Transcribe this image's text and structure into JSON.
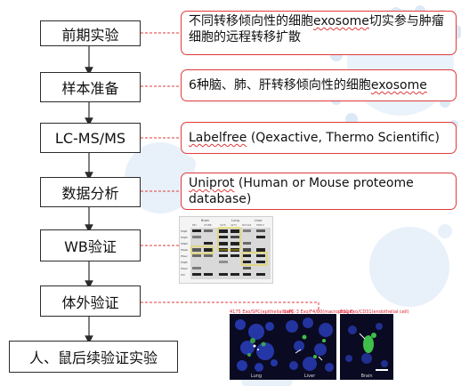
{
  "steps": [
    "前期实验",
    "样本准备",
    "LC-MS/MS",
    "数据分析",
    "WB验证",
    "体外验证",
    "人、鼠后续验证实验"
  ],
  "descriptions": [
    {
      "before": "不同转移倾向性的细胞",
      "underlined": "exosome",
      "after": "切实参与肿瘤细胞的远程转移扩散"
    },
    {
      "before": "6种脑、肺、肝转移倾向性的细胞",
      "underlined": "exosome",
      "after": ""
    },
    {
      "before": "",
      "underlined": "Labelfree",
      "after": " (Qexactive, Thermo Scientific)"
    },
    {
      "before": "",
      "underlined": "Uniprot",
      "after": " (Human or Mouse proteome database)"
    }
  ],
  "wb_blot": {
    "group_headers": [
      "Brain",
      "Lung",
      "Liver"
    ],
    "lane_labels": [
      "831",
      "231BR",
      "4175",
      "4173",
      "NCT116",
      "HPAF-II"
    ],
    "row_labels": [
      "ITGβ1",
      "ITGβ3",
      "ITGβ4",
      "ITGα6",
      "ITGαv",
      "ITGβ5",
      "ITGα2",
      "Ctrl"
    ]
  },
  "micrographs": [
    {
      "caption": "4175 Exo/SPC(epithelial cell)",
      "label": "Lung"
    },
    {
      "caption": "BxPC-3 Exo/F4/80(macrophage)",
      "label": "Liver"
    },
    {
      "caption": "831 Exo/CD31(endothelial cell)",
      "label": "Brain"
    }
  ],
  "colors": {
    "box_border": "#2b2b2b",
    "callout_border": "#e03a3a",
    "connector_red": "#e03a3a",
    "watermark": "#dbe9f7"
  }
}
